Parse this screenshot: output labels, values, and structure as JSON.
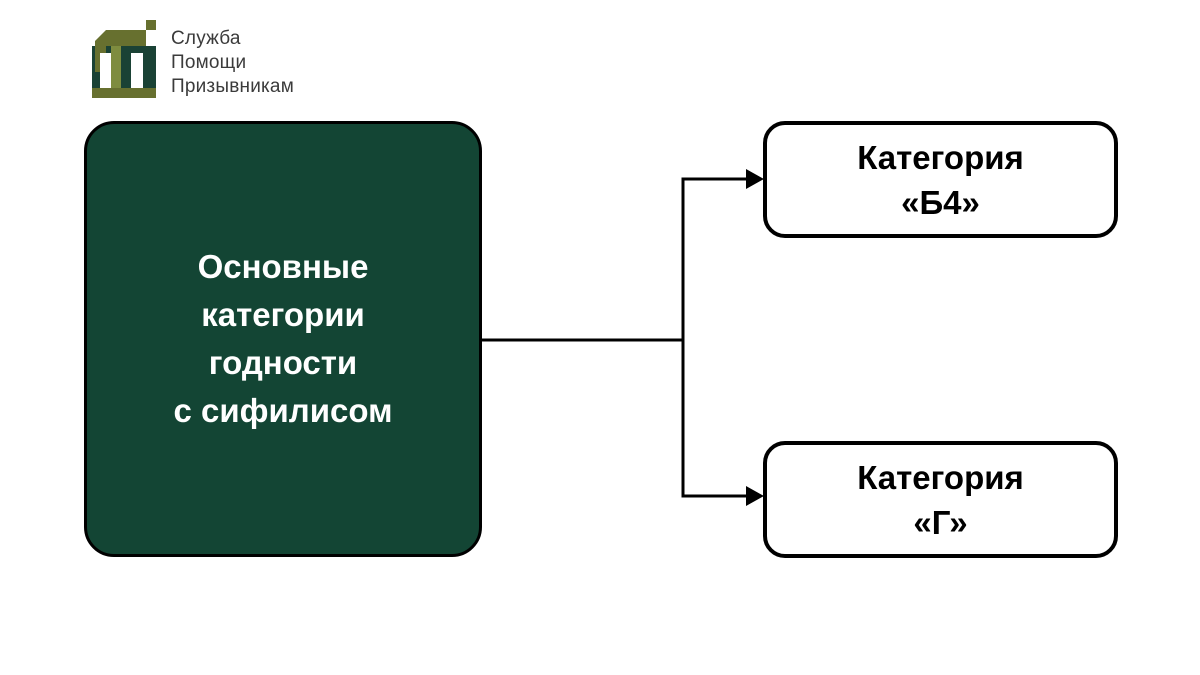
{
  "logo": {
    "name": "Служба Помощи Призывникам",
    "lines": [
      "Служба",
      "Помощи",
      "Призывникам"
    ],
    "colors": {
      "olive": "#67702F",
      "olive_light": "#7E8C3F",
      "dark_green": "#1A4235",
      "text": "#3B3B3B"
    }
  },
  "diagram": {
    "root": {
      "lines": [
        "Основные",
        "категории",
        "годности",
        "с сифилисом"
      ],
      "bg": "#134534",
      "text_color": "#FFFFFF",
      "border_color": "#000000"
    },
    "children": [
      {
        "id": "b4",
        "lines": [
          "Категория",
          "«Б4»"
        ]
      },
      {
        "id": "g",
        "lines": [
          "Категория",
          "«Г»"
        ]
      }
    ],
    "child_bg": "#FFFFFF",
    "child_text_color": "#000000",
    "connector_color": "#000000"
  }
}
